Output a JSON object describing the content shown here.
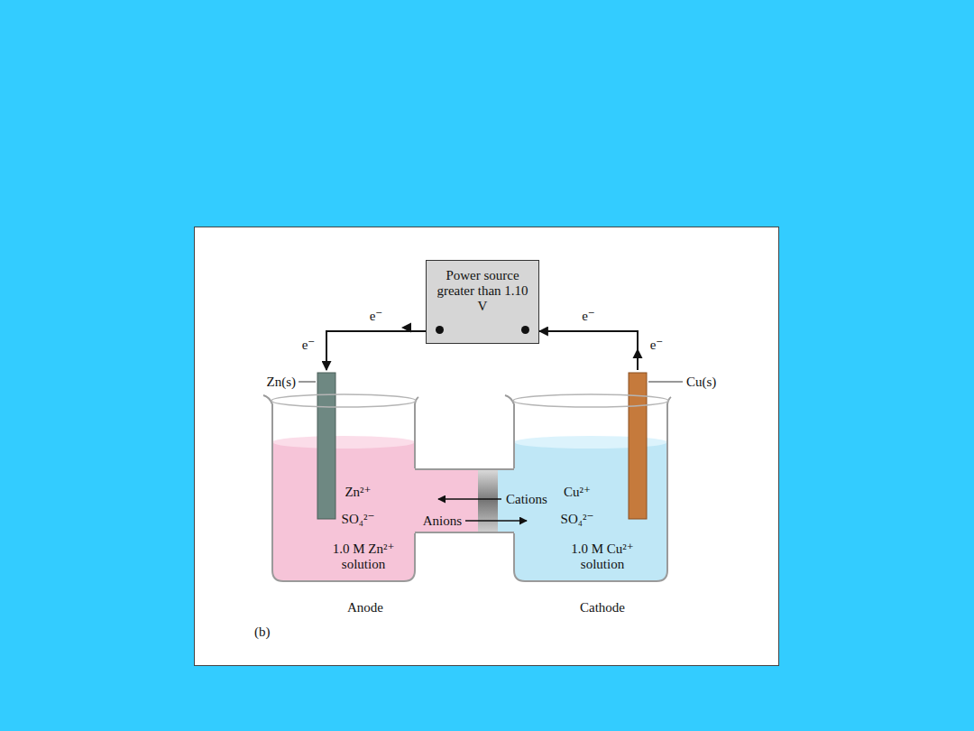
{
  "diagram": {
    "nodes": [
      {
        "text": [
          "Power source greater than 1.10 V"
        ]
      },
      {
        "text": [
          "Zn²⁺",
          "SO₄²⁻",
          "1.0 M Zn²⁺ solution",
          "Anode"
        ]
      },
      {
        "text": [
          "Cu²⁺",
          "SO₄²⁻",
          "1.0 M Cu²⁺ solution",
          "Cathode"
        ]
      }
    ],
    "edges": [
      {
        "from": 0,
        "to": 1,
        "arrow": "to",
        "label": "e⁻"
      },
      {
        "from": 2,
        "to": 0,
        "arrow": "to",
        "label": "e⁻"
      }
    ],
    "labels": [
      "e⁻",
      "e⁻",
      "Zn(s)",
      "Cu(s)",
      "Cations",
      "Anions",
      "(b)"
    ]
  }
}
